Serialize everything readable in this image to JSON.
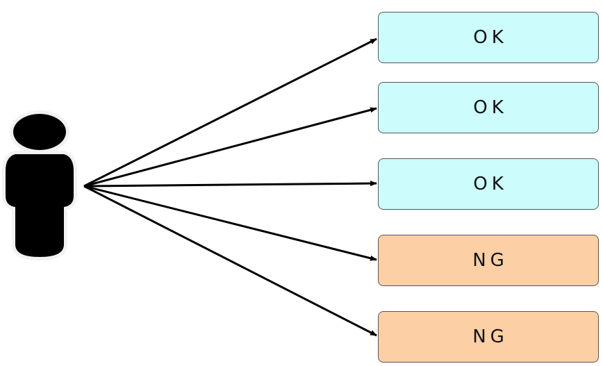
{
  "person": {
    "icon": "person-icon",
    "fill": "#000000",
    "halo": "#f2f2f2"
  },
  "results": [
    {
      "label": "OK",
      "status": "ok"
    },
    {
      "label": "OK",
      "status": "ok"
    },
    {
      "label": "OK",
      "status": "ok"
    },
    {
      "label": "NG",
      "status": "ng"
    },
    {
      "label": "NG",
      "status": "ng"
    }
  ],
  "colors": {
    "ok": "#ccfcfc",
    "ng": "#fdcfa4",
    "arrow": "#000000",
    "border": "#555555"
  }
}
